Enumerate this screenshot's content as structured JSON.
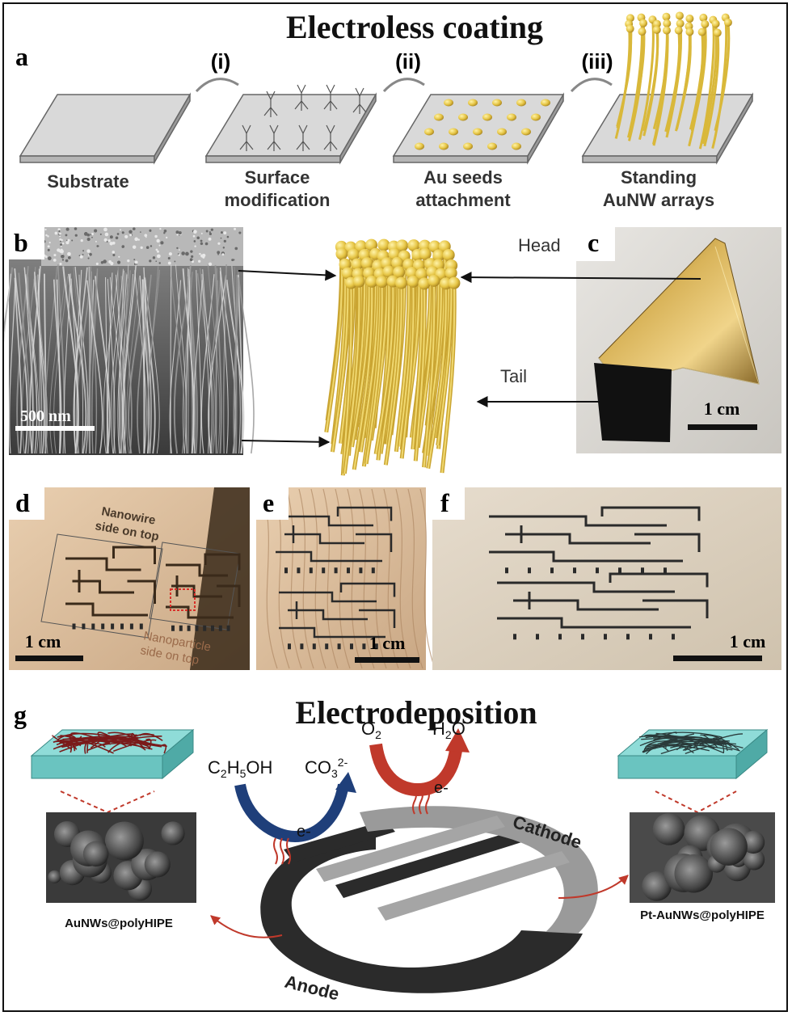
{
  "titles": {
    "top": "Electroless coating",
    "bottom": "Electrodeposition"
  },
  "panel_letters": [
    "a",
    "b",
    "c",
    "d",
    "e",
    "f",
    "g"
  ],
  "panel_a": {
    "steps": [
      "(i)",
      "(ii)",
      "(iii)"
    ],
    "stages": [
      {
        "line1": "Substrate",
        "line2": ""
      },
      {
        "line1": "Surface",
        "line2": "modification"
      },
      {
        "line1": "Au seeds",
        "line2": "attachment"
      },
      {
        "line1": "Standing",
        "line2": "AuNW arrays"
      }
    ]
  },
  "panel_b": {
    "scale_bar": "500 nm"
  },
  "panel_c": {
    "head_label": "Head",
    "tail_label": "Tail",
    "scale_bar": "1 cm"
  },
  "panel_d": {
    "label_top": "Nanowire side on top",
    "label_top_lines": [
      "Nanowire",
      "side on top"
    ],
    "label_bottom_lines": [
      "Nanoparticle",
      "side on top"
    ],
    "scale_bar": "1 cm"
  },
  "panel_e": {
    "scale_bar": "1 cm"
  },
  "panel_f": {
    "scale_bar": "1 cm"
  },
  "panel_g": {
    "left_reactant": "C2H5OH",
    "left_product": "CO3 2-",
    "right_reactant": "O2",
    "right_product": "H2O",
    "electron": "e-",
    "cathode_label": "Cathode",
    "anode_label": "Anode",
    "left_material": "AuNWs@polyHIPE",
    "right_material": "Pt-AuNWs@polyHIPE"
  },
  "colors": {
    "gold": "#e8c84a",
    "gold_dark": "#b8962a",
    "cyan_slab": "#7fd3d0",
    "anode": "#2b2b2b",
    "cathode": "#9a9a9a",
    "arrow_red": "#c0392b",
    "arrow_blue": "#1f3f7a"
  }
}
